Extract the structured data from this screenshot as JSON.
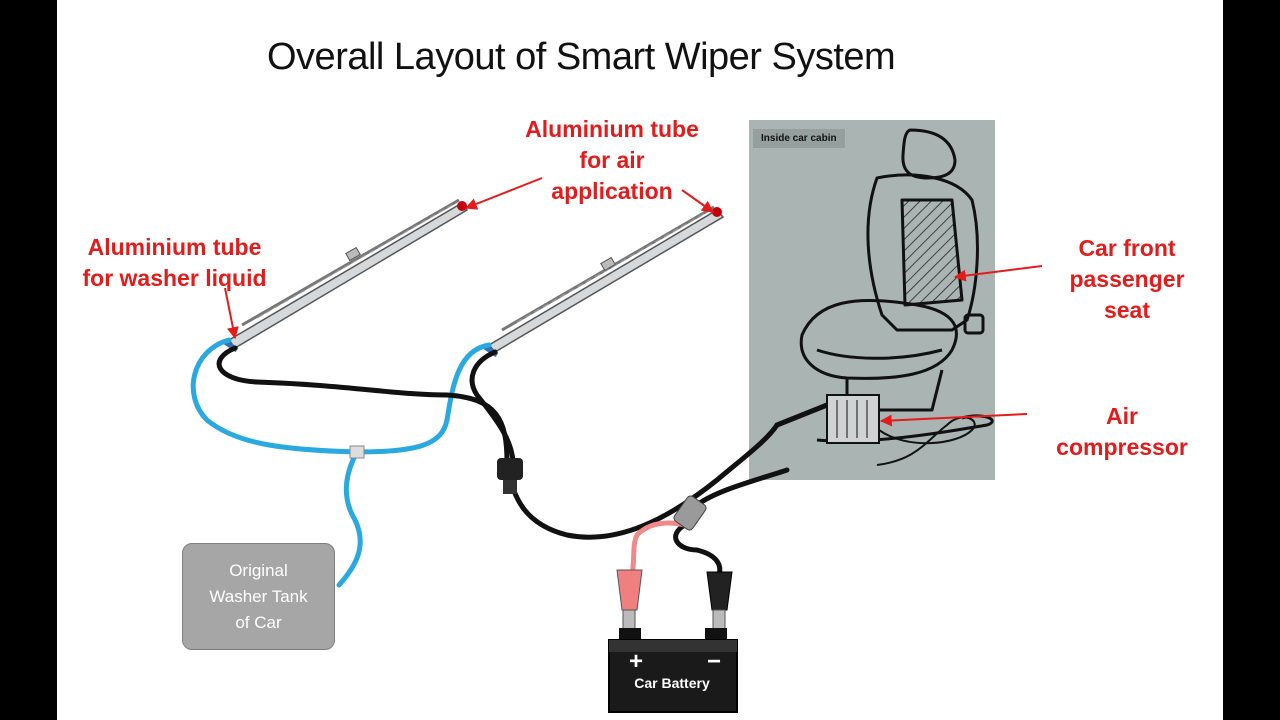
{
  "title": "Overall Layout of Smart Wiper System",
  "labels": {
    "air_tube": [
      "Aluminium tube",
      "for air",
      "application"
    ],
    "washer_tube": [
      "Aluminium tube",
      "for washer liquid"
    ],
    "seat": [
      "Car front",
      "passenger",
      "seat"
    ],
    "compressor": [
      "Air",
      "compressor"
    ]
  },
  "cabin_tag": "Inside car cabin",
  "washer_tank": [
    "Original",
    "Washer Tank",
    "of Car"
  ],
  "battery": {
    "label": "Car Battery",
    "plus": "+",
    "minus": "−"
  },
  "colors": {
    "label_red": "#e41b1b",
    "water_hose": "#29a9e0",
    "air_hose": "#000000",
    "cabin_bg": "#a9b4b3",
    "tank_bg": "#a6a6a6"
  }
}
